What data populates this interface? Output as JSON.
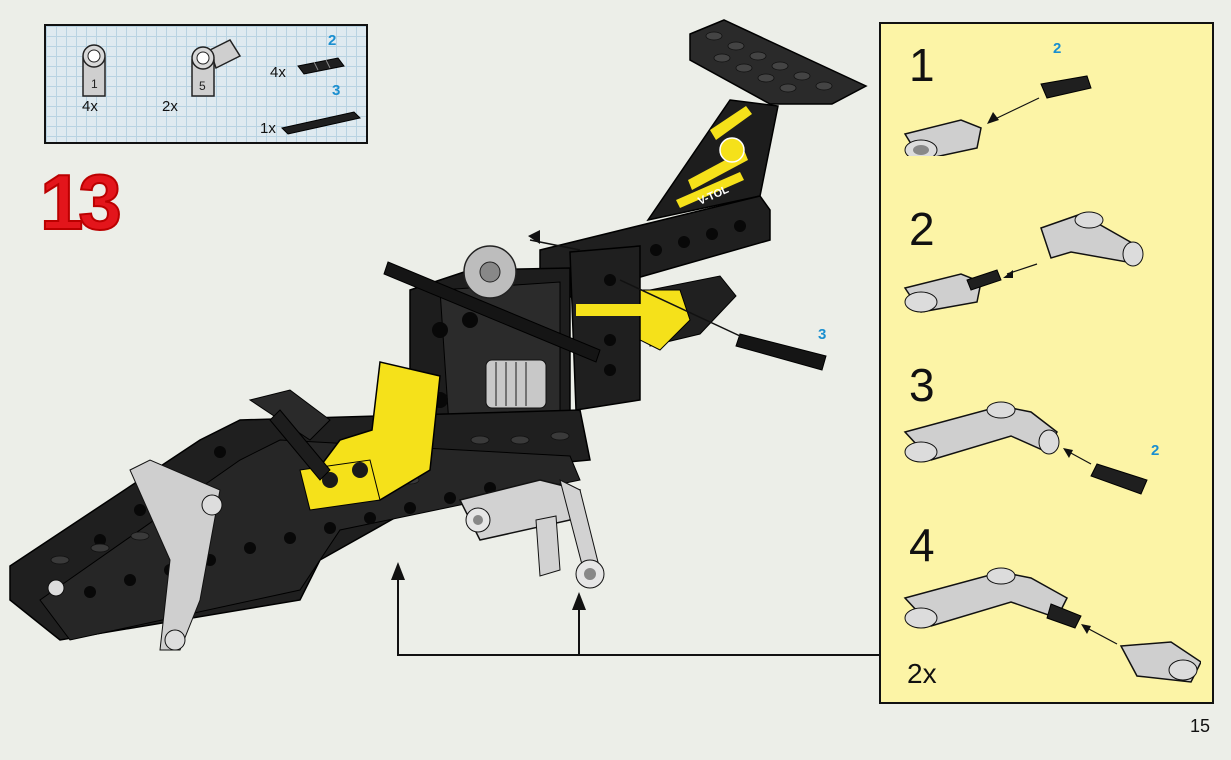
{
  "parts": [
    {
      "qty": "4x",
      "label": "1"
    },
    {
      "qty": "2x",
      "label": "5"
    },
    {
      "qty": "4x",
      "callout": "2"
    },
    {
      "qty": "1x",
      "callout": "3"
    }
  ],
  "step": {
    "number": "13"
  },
  "main_callouts": {
    "axle": "3"
  },
  "tail_decal": "V-TOL",
  "substeps": [
    {
      "number": "1",
      "callout": "2"
    },
    {
      "number": "2"
    },
    {
      "number": "3",
      "callout": "2"
    },
    {
      "number": "4"
    }
  ],
  "substep_multiplier": "2x",
  "page_number": "15",
  "colors": {
    "background": "#eceee8",
    "panel": "#fcf4a6",
    "step_red": "#e3151b",
    "callout_blue": "#1a8fd0",
    "brick_black": "#1f1f1f",
    "accent_yellow": "#f5e11a"
  }
}
